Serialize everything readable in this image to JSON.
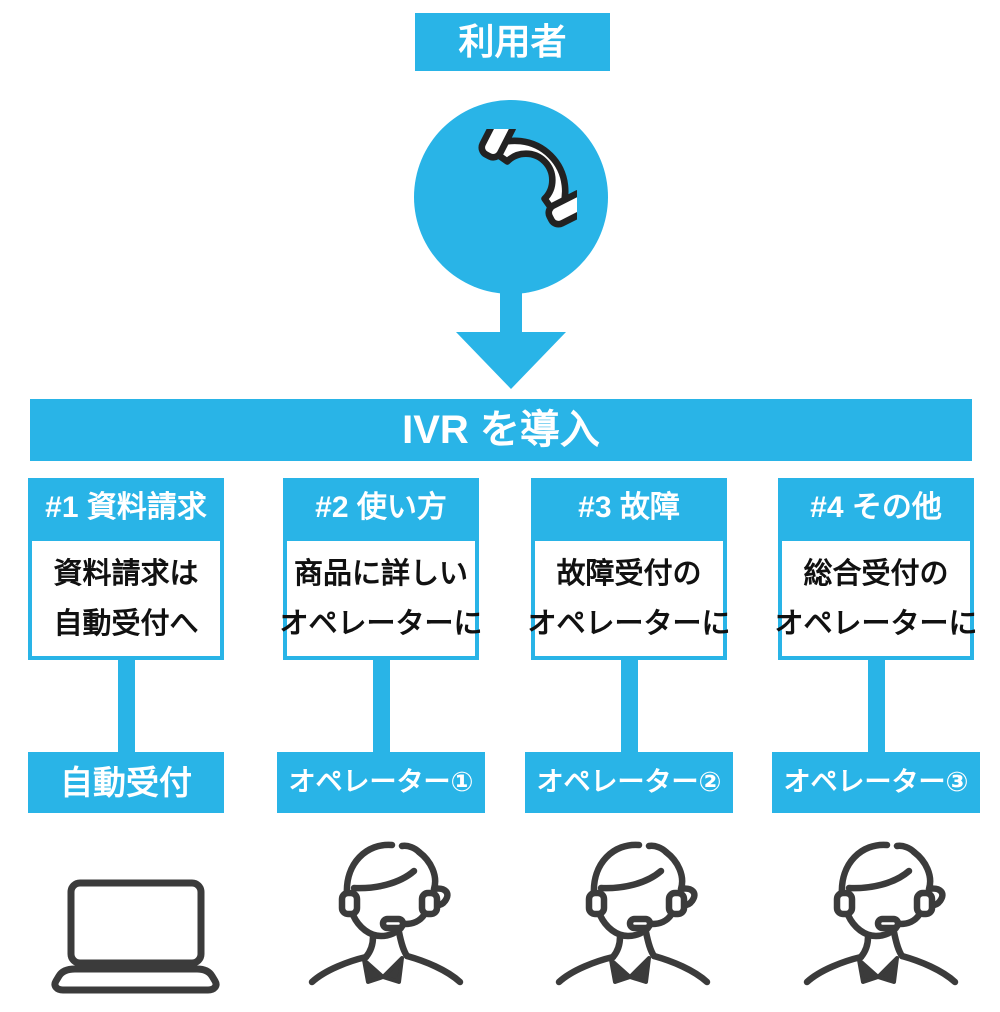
{
  "colors": {
    "accent": "#29b4e7",
    "body_text": "#111111",
    "icon_stroke": "#3b3b3b",
    "box_text": "#ffffff",
    "background": "#ffffff"
  },
  "top": {
    "user_label": "利用者",
    "phone_icon": "phone-handset-icon"
  },
  "banner": {
    "label": "IVR を導入"
  },
  "columns": [
    {
      "header": "#1 資料請求",
      "body_line1": "資料請求は",
      "body_line2": "自動受付へ",
      "dest": "自動受付",
      "icon": "laptop-icon"
    },
    {
      "header": "#2 使い方",
      "body_line1": "商品に詳しい",
      "body_line2": "オペレーターに",
      "dest": "オペレーター①",
      "icon": "operator-icon"
    },
    {
      "header": "#3 故障",
      "body_line1": "故障受付の",
      "body_line2": "オペレーターに",
      "dest": "オペレーター②",
      "icon": "operator-icon"
    },
    {
      "header": "#4 その他",
      "body_line1": "総合受付の",
      "body_line2": "オペレーターに",
      "dest": "オペレーター③",
      "icon": "operator-icon"
    }
  ]
}
